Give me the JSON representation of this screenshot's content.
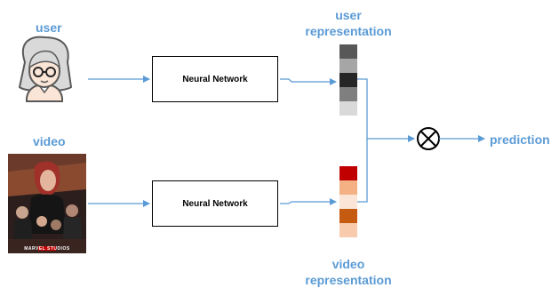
{
  "labels": {
    "user": "user",
    "video": "video",
    "user_representation_line1": "user",
    "user_representation_line2": "representation",
    "video_representation_line1": "video",
    "video_representation_line2": "representation",
    "prediction": "prediction"
  },
  "boxes": {
    "user_network": "Neural Network",
    "video_network": "Neural Network"
  },
  "poster": {
    "logo_text": "MARVEL STUDIOS"
  },
  "colors": {
    "label_blue": "#5b9bd5",
    "arrow_blue": "#5b9bd5",
    "user_representation": [
      "#585858",
      "#a6a6a6",
      "#262626",
      "#7f7f7f",
      "#d9d9d9"
    ],
    "video_representation": [
      "#c00000",
      "#f4b183",
      "#fbe5d6",
      "#c55a11",
      "#f8cbad"
    ]
  },
  "icons": {
    "user_avatar": "user-avatar-icon",
    "multiply": "multiply-circle-icon",
    "video_poster": "movie-poster-image"
  }
}
